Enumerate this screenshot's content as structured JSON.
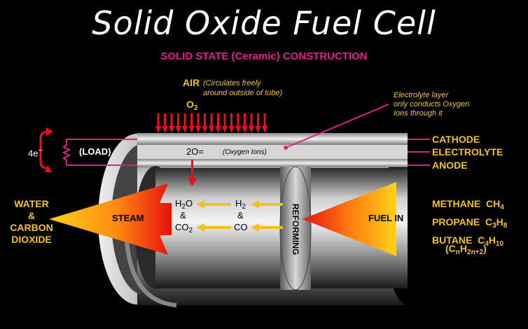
{
  "title": "Solid Oxide Fuel Cell",
  "subtitle": "SOLID STATE (Ceramic) CONSTRUCTION",
  "air": {
    "label": "AIR",
    "note_line1": "(Circulates freely",
    "note_line2": "around outside of tube)",
    "o2_base": "O",
    "o2_sub": "2"
  },
  "electrolyte_note": {
    "line1": "Electrolyte layer",
    "line2": "only conducts Oxygen",
    "line3": "Ions through it"
  },
  "layers": {
    "cathode": "CATHODE",
    "electrolyte": "ELECTROLYTE",
    "anode": "ANODE"
  },
  "oxygen_ions": {
    "formula": "2O=",
    "label": "(Oxygen Ions)"
  },
  "circuit": {
    "electrons": "4e",
    "electrons_sign": "−",
    "load": "(LOAD)"
  },
  "output": {
    "line1": "WATER",
    "line2": "&",
    "line3": "CARBON",
    "line4": "DIOXIDE"
  },
  "steam_label": "STEAM",
  "fuel_in_label": "FUEL IN",
  "reforming_label": "REFORMING",
  "reactions": {
    "h2o": {
      "base": "H",
      "sub": "2",
      "rest": "O"
    },
    "amp1": "&",
    "co2": {
      "base": "CO",
      "sub": "2"
    },
    "h2": {
      "base": "H",
      "sub": "2"
    },
    "amp2": "&",
    "co": "CO"
  },
  "fuels": {
    "methane": {
      "name": "METHANE",
      "f1": "CH",
      "s1": "4"
    },
    "propane": {
      "name": "PROPANE",
      "f1": "C",
      "s1": "3",
      "f2": "H",
      "s2": "8"
    },
    "butane": {
      "name": "BUTANE",
      "f1": "C",
      "s1": "4",
      "f2": "H",
      "s2": "10"
    },
    "general": {
      "open": "(C",
      "s1": "n",
      "mid": "H",
      "s2": "2n+2",
      "close": ")"
    }
  },
  "colors": {
    "title": "#ffffff",
    "subtitle": "#e0208a",
    "text": "#f2c21b",
    "arrow_red": "#e8101a",
    "leader": "#e0208a"
  }
}
